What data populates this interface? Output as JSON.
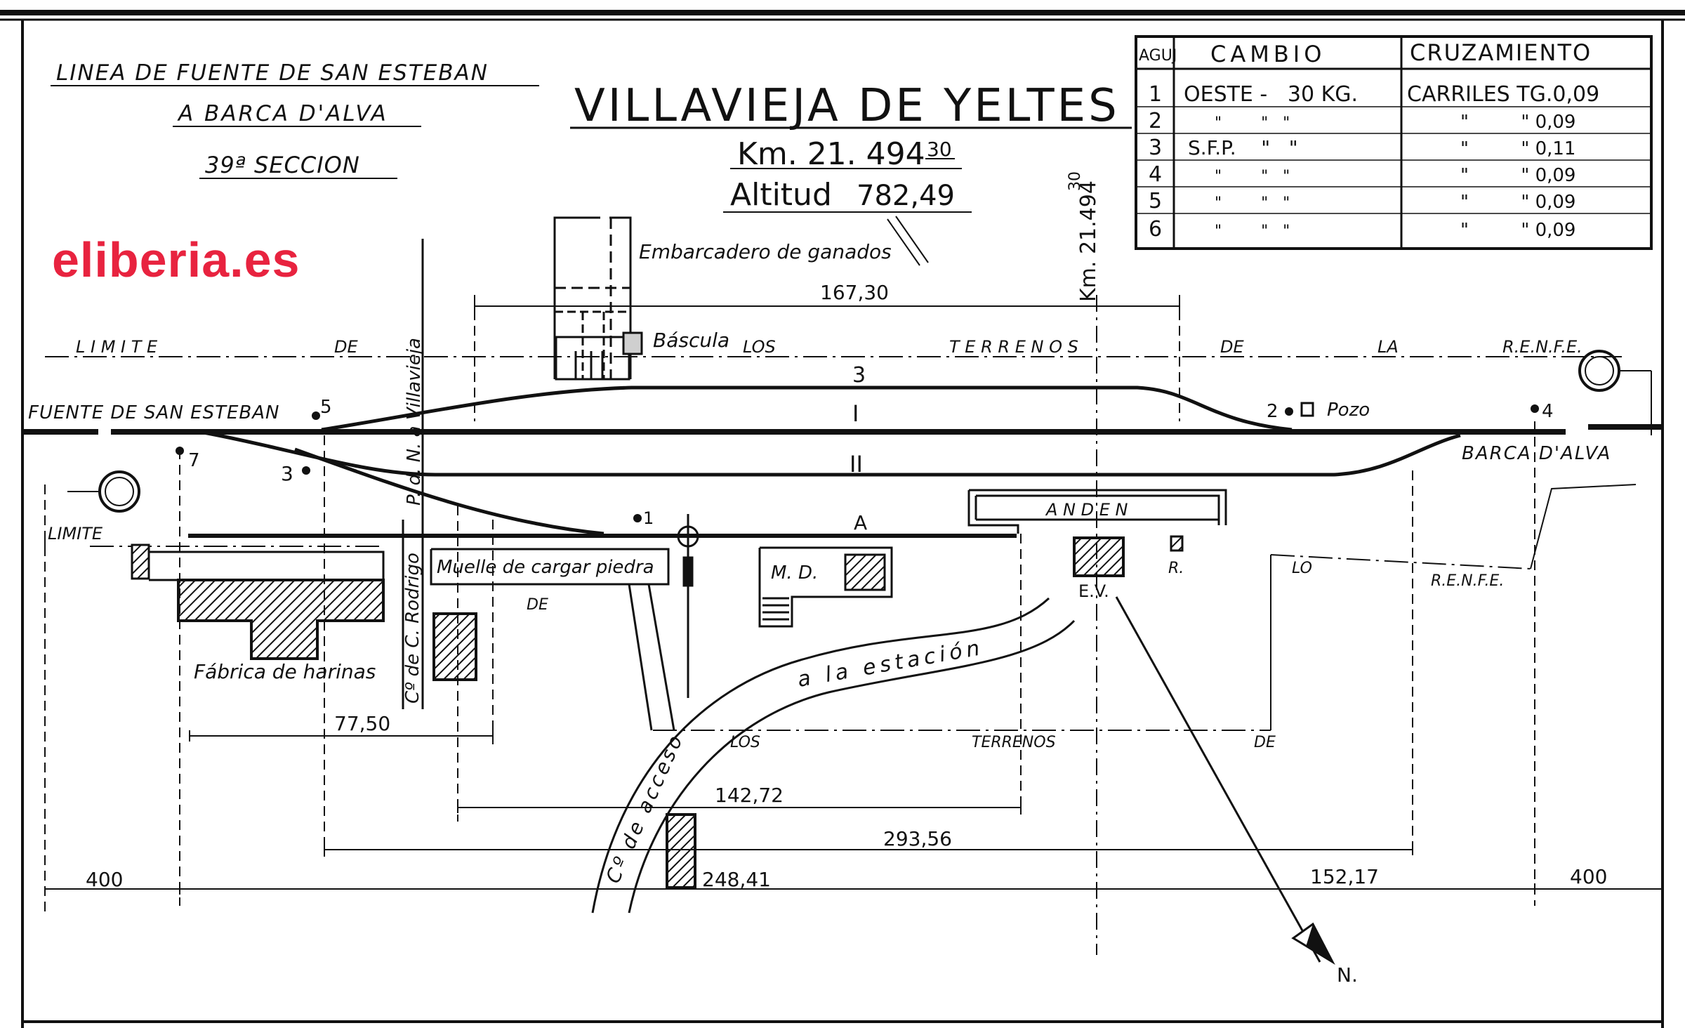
{
  "header": {
    "line_name_1": "LINEA DE FUENTE DE SAN ESTEBAN",
    "line_name_2": "A BARCA D'ALVA",
    "section": "39ª SECCION",
    "station_name": "VILLAVIEJA DE YELTES",
    "km_label": "Km. 21. 494",
    "km_sup": "30",
    "altitude_label": "Altitud",
    "altitude_value": "782,49"
  },
  "watermark": "eliberia.es",
  "switch_table": {
    "headers": [
      "AGUJ",
      "CAMBIO",
      "CRUZAMIENTO"
    ],
    "rows": [
      [
        "1",
        "OESTE -   30 KG.",
        "CARRILES  TG.0,09"
      ],
      [
        "2",
        "\"        \"   \"",
        "\"         \" 0,09"
      ],
      [
        "3",
        "S.F.P.    \"   \"",
        "\"         \" 0,11"
      ],
      [
        "4",
        "\"        \"   \"",
        "\"         \" 0,09"
      ],
      [
        "5",
        "\"        \"   \"",
        "\"         \" 0,09"
      ],
      [
        "6",
        "\"        \"   \"",
        "\"         \" 0,09"
      ]
    ]
  },
  "labels": {
    "embarcadero": "Embarcadero de ganados",
    "bascula": "Báscula",
    "pozo": "Pozo",
    "anden": "A N D E N",
    "md": "M. D.",
    "ev": "E.V.",
    "r": "R.",
    "fabrica": "Fábrica de harinas",
    "muelle": "Muelle de cargar piedra",
    "acceso_estacion": "a  la  estación",
    "acceso_camino": "Cº de acceso",
    "camino_rodrigo": "Cº de C. Rodrigo",
    "camino_villavieja": "P. d. N. a Villavieja",
    "fuente": "FUENTE DE SAN ESTEBAN",
    "barca": "BARCA  D'ALVA",
    "north": "N.",
    "km_vertical": "Km. 21.494",
    "km_vertical_sup": "30",
    "limite_left": "LIMITE",
    "boundary_top": [
      "L I M I T E",
      "DE",
      "LOS",
      "T E R R E N O S",
      "DE",
      "LA",
      "R.E.N.F.E."
    ],
    "boundary_bottom": [
      "DE",
      "LOS",
      "TERRENOS",
      "DE",
      "LO",
      "R.E.N.F.E."
    ]
  },
  "tracks": {
    "t3": "3",
    "t1": "I",
    "t2": "II",
    "tA": "A"
  },
  "switch_points": [
    "1",
    "2",
    "3",
    "4",
    "5",
    "7"
  ],
  "dimensions": {
    "d1": "167,30",
    "d2": "77,50",
    "d3": "142,72",
    "d4": "293,56",
    "d5": "248,41",
    "d6": "152,17",
    "d7": "400",
    "d8": "400"
  }
}
